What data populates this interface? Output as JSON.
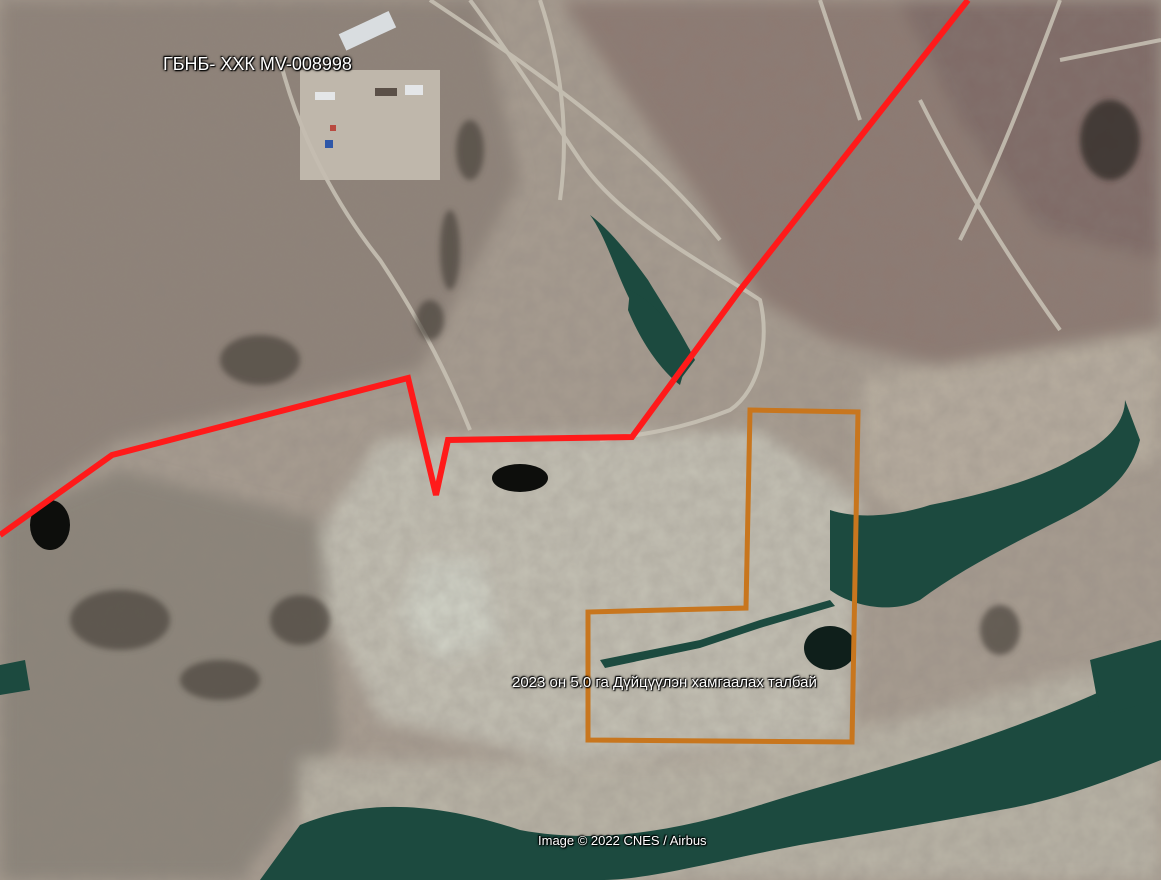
{
  "map": {
    "license_label": "ГБНБ- ХХК MV-008998",
    "protected_area_label": "2023 он 5.0 га Дүйцүүлэн хамгаалах талбай",
    "imagery_credit": "Image © 2022 CNES / Airbus",
    "boundary_line_color": "#ff1a1a",
    "protected_area_outline_color": "#c8761e",
    "water_color": "#1c4a3f"
  }
}
